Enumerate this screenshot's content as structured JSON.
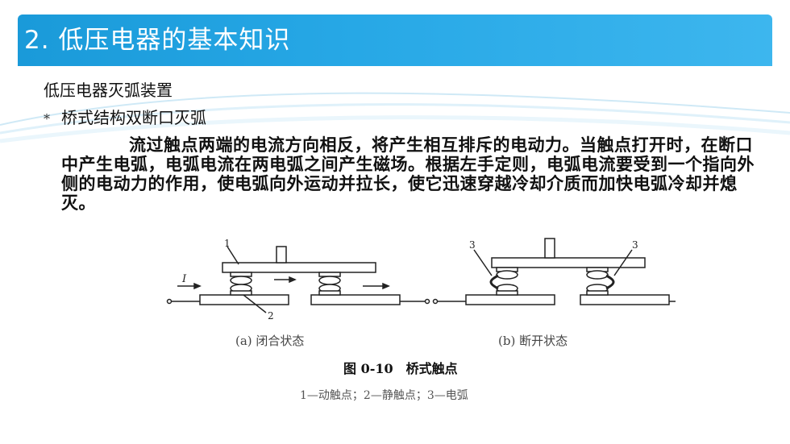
{
  "title": "2. 低压电器的基本知识",
  "subtitle": "低压电器灭弧装置",
  "bullet": {
    "mark": "*",
    "text": "桥式结构双断口灭弧"
  },
  "paragraph": "流过触点两端的电流方向相反，将产生相互排斥的电动力。当触点打开时，在断口中产生电弧，电弧电流在两电弧之间产生磁场。根据左手定则，电弧电流要受到一个指向外侧的电动力的作用，使电弧向外运动并拉长，使它迅速穿越冷却介质而加快电弧冷却并熄灭。",
  "figure": {
    "labels": {
      "a_1": "1",
      "a_2": "2",
      "a_current": "I",
      "b_3_left": "3",
      "b_3_right": "3"
    },
    "caption_a": "(a) 闭合状态",
    "caption_b": "(b) 断开状态",
    "figure_title": "图 0-10　桥式触点",
    "legend": "1—动触点；2—静触点；3—电弧"
  },
  "colors": {
    "title_bar": "#27a8e6",
    "title_text": "#ffffff"
  }
}
